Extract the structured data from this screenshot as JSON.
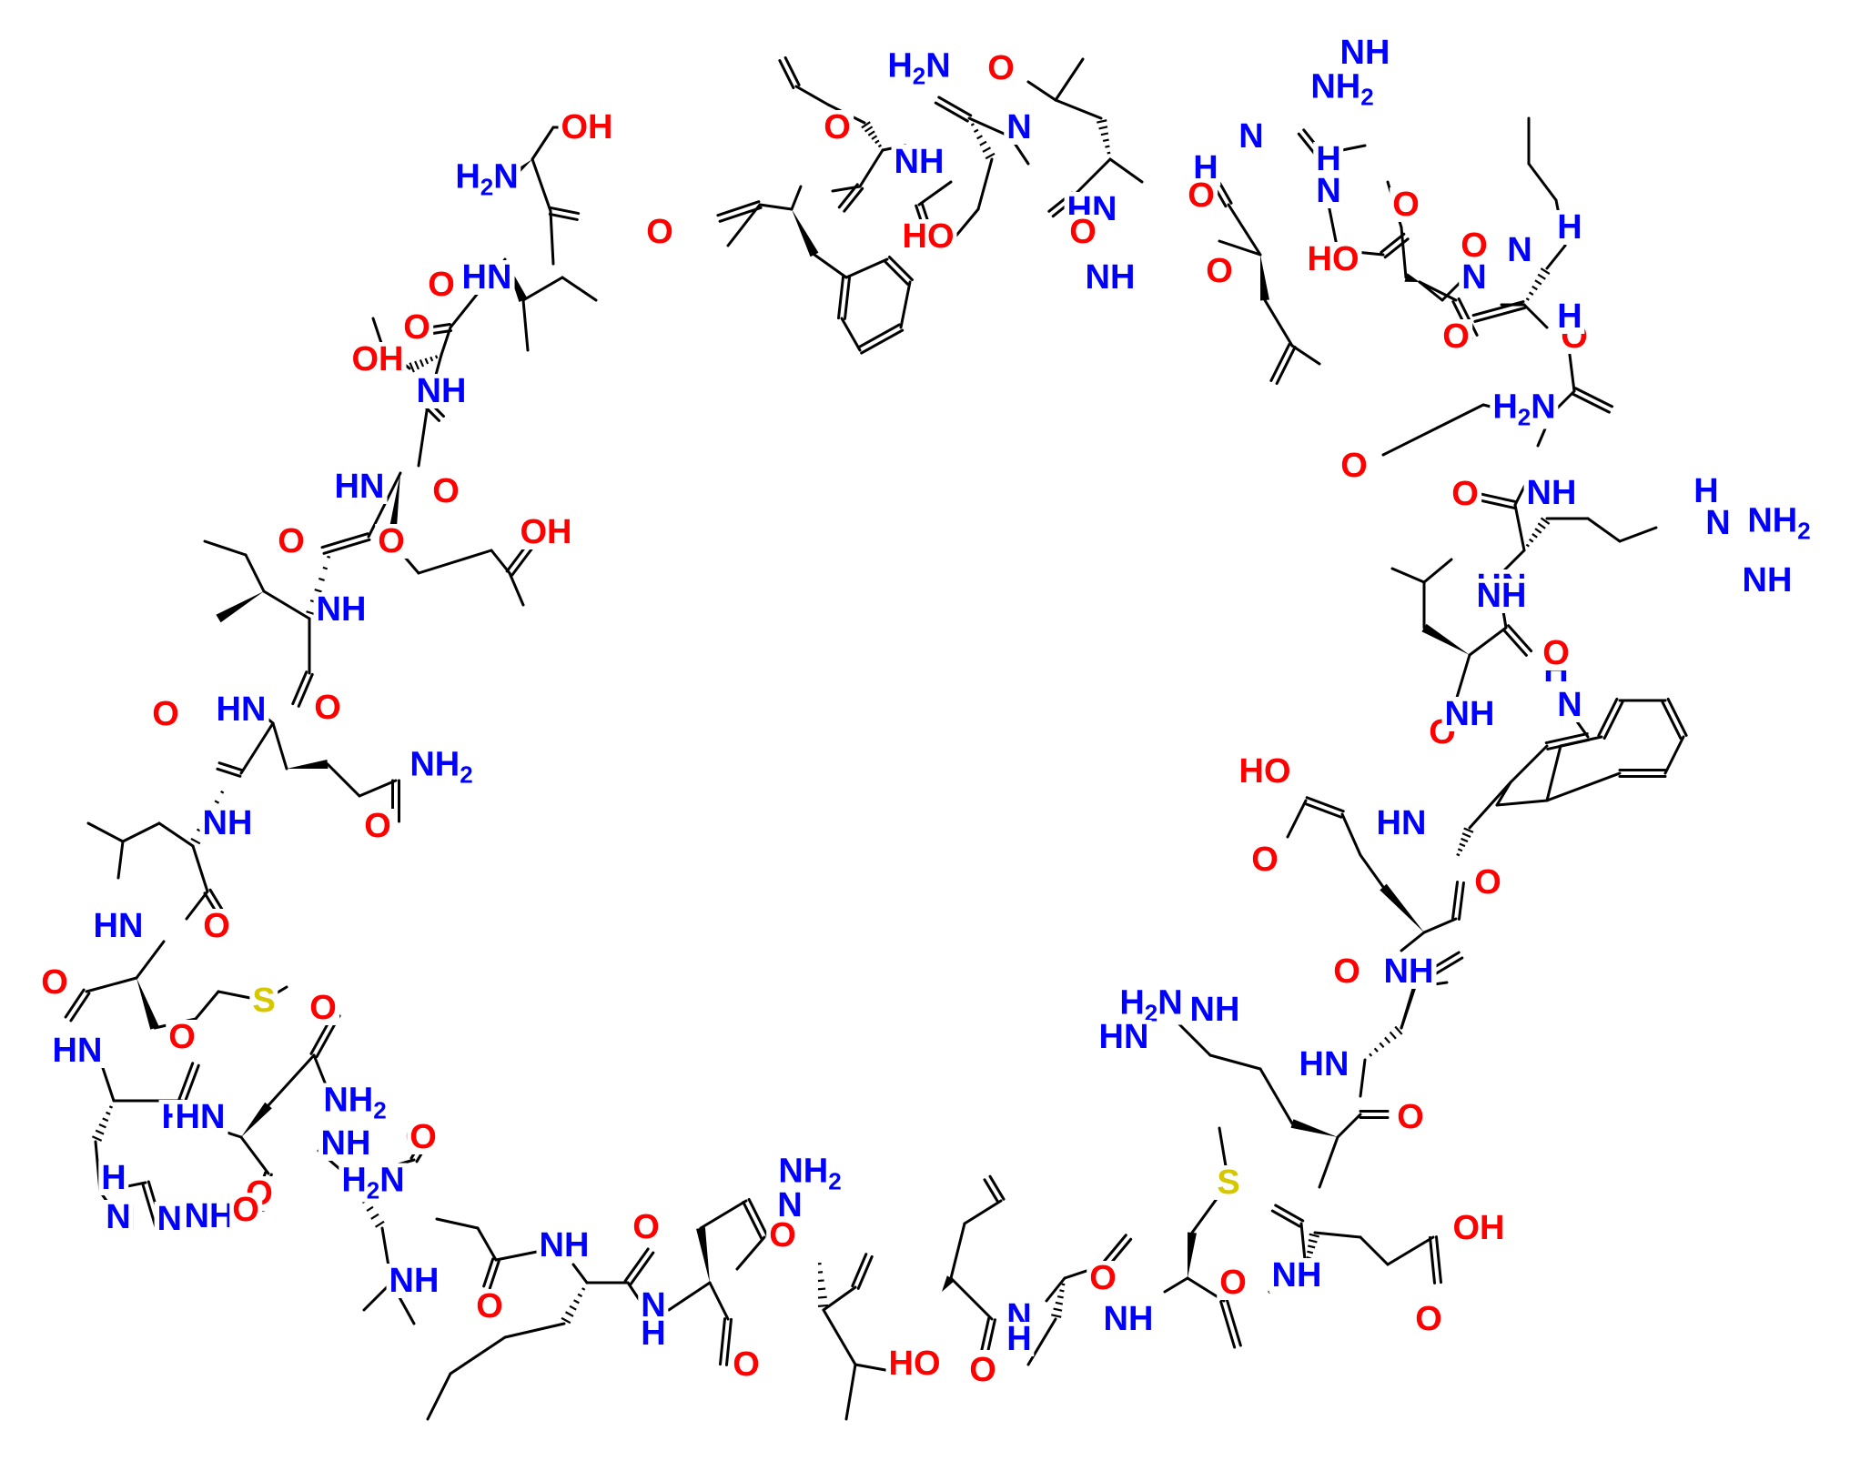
{
  "colors": {
    "oxygen": "#ff0000",
    "nitrogen": "#0000ff",
    "sulfur": "#d6c800",
    "bond": "#000000",
    "background": "#ffffff"
  },
  "atom_labels": [
    {
      "t": "OH",
      "c": "red"
    },
    {
      "t": "H2N",
      "c": "blue"
    },
    {
      "t": "HN",
      "c": "blue"
    },
    {
      "t": "O",
      "c": "red"
    },
    {
      "t": "O",
      "c": "red"
    },
    {
      "t": "OH",
      "c": "red"
    },
    {
      "t": "NH",
      "c": "blue"
    },
    {
      "t": "HN",
      "c": "blue"
    },
    {
      "t": "O",
      "c": "red"
    },
    {
      "t": "O",
      "c": "red"
    },
    {
      "t": "OH",
      "c": "red"
    },
    {
      "t": "O",
      "c": "red"
    },
    {
      "t": "NH",
      "c": "blue"
    },
    {
      "t": "HN",
      "c": "blue"
    },
    {
      "t": "O",
      "c": "red"
    },
    {
      "t": "O",
      "c": "red"
    },
    {
      "t": "NH2",
      "c": "blue"
    },
    {
      "t": "O",
      "c": "red"
    },
    {
      "t": "NH",
      "c": "blue"
    },
    {
      "t": "HN",
      "c": "blue"
    },
    {
      "t": "O",
      "c": "red"
    },
    {
      "t": "O",
      "c": "red"
    },
    {
      "t": "S",
      "c": "yellow"
    },
    {
      "t": "HN",
      "c": "blue"
    },
    {
      "t": "O",
      "c": "red"
    },
    {
      "t": "O",
      "c": "red"
    },
    {
      "t": "HN",
      "c": "blue"
    },
    {
      "t": "NH2",
      "c": "blue"
    },
    {
      "t": "NH",
      "c": "blue"
    },
    {
      "t": "O",
      "c": "red"
    },
    {
      "t": "N",
      "c": "blue"
    },
    {
      "t": "NH",
      "c": "blue"
    },
    {
      "t": "O",
      "c": "red"
    },
    {
      "t": "HN",
      "c": "blue"
    },
    {
      "t": "O",
      "c": "red"
    },
    {
      "t": "NH",
      "c": "blue"
    },
    {
      "t": "O",
      "c": "red"
    },
    {
      "t": "H2N",
      "c": "blue"
    },
    {
      "t": "N",
      "c": "blue"
    },
    {
      "t": "H",
      "c": "blue"
    },
    {
      "t": "O",
      "c": "red"
    },
    {
      "t": "NH",
      "c": "blue"
    },
    {
      "t": "O",
      "c": "red"
    },
    {
      "t": "NH",
      "c": "blue"
    },
    {
      "t": "N",
      "c": "blue"
    },
    {
      "t": "H",
      "c": "blue"
    },
    {
      "t": "O",
      "c": "red"
    },
    {
      "t": "O",
      "c": "red"
    },
    {
      "t": "NH2",
      "c": "blue"
    },
    {
      "t": "N",
      "c": "blue"
    },
    {
      "t": "O",
      "c": "red"
    },
    {
      "t": "HO",
      "c": "red"
    },
    {
      "t": "N",
      "c": "blue"
    },
    {
      "t": "H",
      "c": "blue"
    },
    {
      "t": "O",
      "c": "red"
    },
    {
      "t": "S",
      "c": "yellow"
    },
    {
      "t": "O",
      "c": "red"
    },
    {
      "t": "NH",
      "c": "blue"
    },
    {
      "t": "O",
      "c": "red"
    },
    {
      "t": "NH",
      "c": "blue"
    },
    {
      "t": "O",
      "c": "red"
    },
    {
      "t": "OH",
      "c": "red"
    },
    {
      "t": "O",
      "c": "red"
    },
    {
      "t": "H2N",
      "c": "blue"
    },
    {
      "t": "HN",
      "c": "blue"
    },
    {
      "t": "NH",
      "c": "blue"
    },
    {
      "t": "HN",
      "c": "blue"
    },
    {
      "t": "O",
      "c": "red"
    },
    {
      "t": "O",
      "c": "red"
    },
    {
      "t": "NH",
      "c": "blue"
    },
    {
      "t": "HO",
      "c": "red"
    },
    {
      "t": "O",
      "c": "red"
    },
    {
      "t": "HN",
      "c": "blue"
    },
    {
      "t": "O",
      "c": "red"
    },
    {
      "t": "O",
      "c": "red"
    },
    {
      "t": "NH",
      "c": "blue"
    },
    {
      "t": "H",
      "c": "blue"
    },
    {
      "t": "N",
      "c": "blue"
    },
    {
      "t": "HN",
      "c": "blue"
    },
    {
      "t": "O",
      "c": "red"
    },
    {
      "t": "O",
      "c": "red"
    },
    {
      "t": "NH",
      "c": "blue"
    },
    {
      "t": "H",
      "c": "blue"
    },
    {
      "t": "N",
      "c": "blue"
    },
    {
      "t": "NH2",
      "c": "blue"
    },
    {
      "t": "NH",
      "c": "blue"
    },
    {
      "t": "H2N",
      "c": "blue"
    },
    {
      "t": "O",
      "c": "red"
    },
    {
      "t": "NH",
      "c": "blue"
    },
    {
      "t": "O",
      "c": "red"
    },
    {
      "t": "O",
      "c": "red"
    },
    {
      "t": "NH2",
      "c": "blue"
    },
    {
      "t": "NH",
      "c": "blue"
    },
    {
      "t": "H",
      "c": "blue"
    },
    {
      "t": "N",
      "c": "blue"
    },
    {
      "t": "O",
      "c": "red"
    },
    {
      "t": "O",
      "c": "red"
    },
    {
      "t": "N",
      "c": "blue"
    },
    {
      "t": "H",
      "c": "blue"
    },
    {
      "t": "N",
      "c": "blue"
    },
    {
      "t": "H",
      "c": "blue"
    },
    {
      "t": "O",
      "c": "red"
    },
    {
      "t": "HO",
      "c": "red"
    },
    {
      "t": "O",
      "c": "red"
    },
    {
      "t": "N",
      "c": "blue"
    },
    {
      "t": "H",
      "c": "blue"
    },
    {
      "t": "O",
      "c": "red"
    },
    {
      "t": "NH",
      "c": "blue"
    },
    {
      "t": "HN",
      "c": "blue"
    },
    {
      "t": "N",
      "c": "blue"
    },
    {
      "t": "O",
      "c": "red"
    },
    {
      "t": "O",
      "c": "red"
    },
    {
      "t": "H2N",
      "c": "blue"
    },
    {
      "t": "NH",
      "c": "blue"
    },
    {
      "t": "O",
      "c": "red"
    },
    {
      "t": "HO",
      "c": "red"
    },
    {
      "t": "O",
      "c": "red"
    }
  ]
}
